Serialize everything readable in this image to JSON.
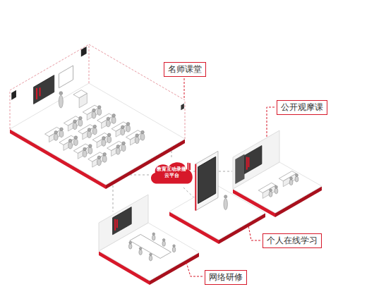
{
  "diagram": {
    "nodes": [
      {
        "text": [
          "名师课堂"
        ]
      },
      {
        "text": [
          "公开观摩课"
        ]
      },
      {
        "text": [
          "教育互动录播云平台"
        ]
      },
      {
        "text": [
          "个人在线学习"
        ]
      },
      {
        "text": [
          "网络研修"
        ]
      }
    ]
  }
}
